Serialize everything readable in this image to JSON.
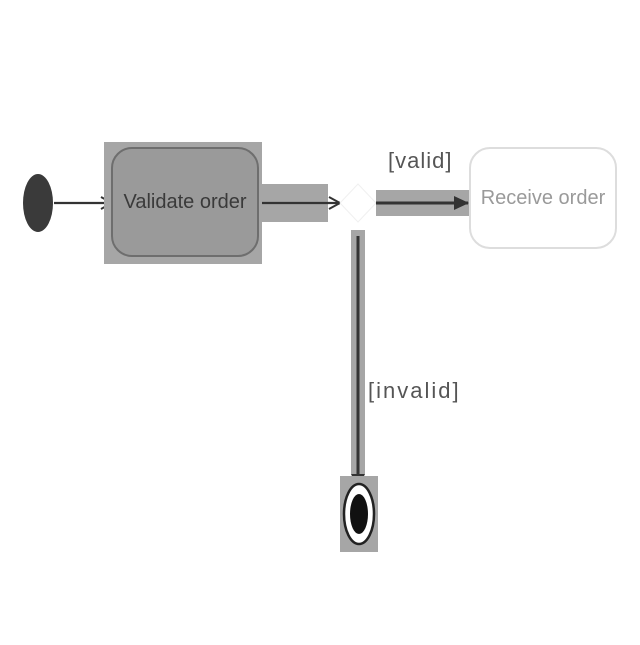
{
  "diagram": {
    "nodes": {
      "validate_order": "Validate order",
      "receive_order": "Receive order"
    },
    "edges": {
      "valid_guard": "[valid]",
      "invalid_guard": "[invalid]"
    }
  },
  "colors": {
    "background": "#ffffff",
    "active_highlight": "#a6a6a6",
    "validate_fill": "#9a9a9a",
    "node_stroke": "#6e6e6e",
    "receive_fill": "#ffffff",
    "receive_stroke": "#dddddd",
    "receive_text": "#9a9a9a",
    "start_node": "#3a3a3a",
    "arrow": "#333333",
    "guard_text": "#555555"
  }
}
